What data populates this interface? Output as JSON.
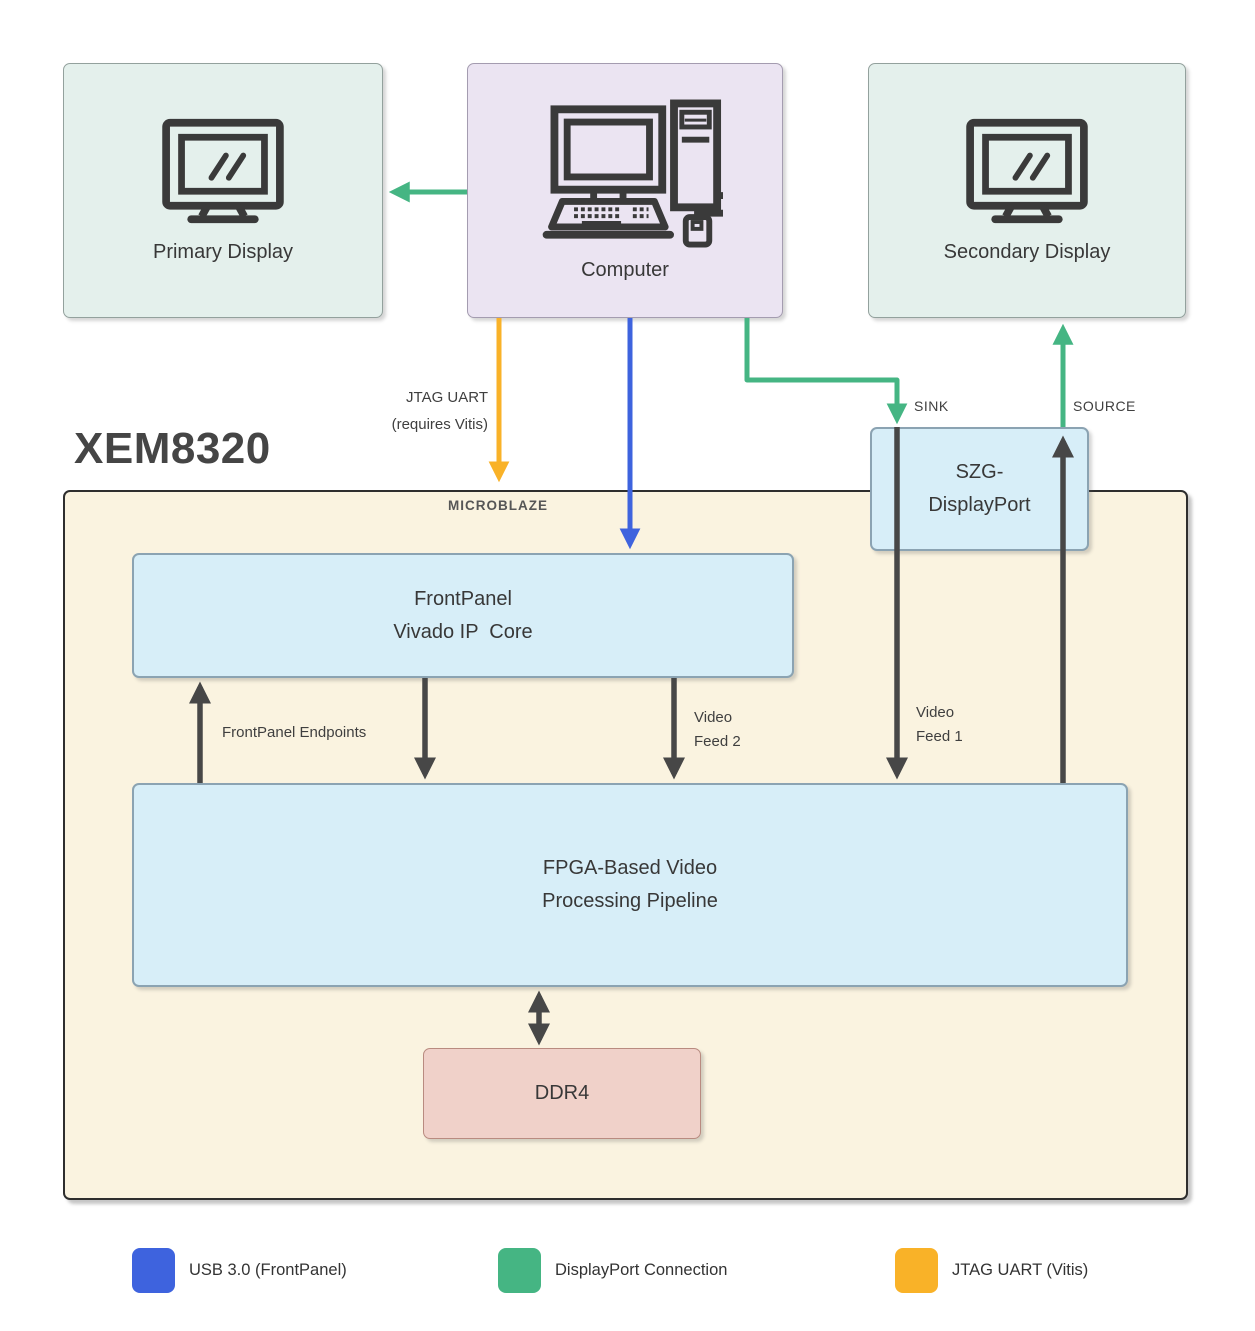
{
  "diagram_title": "XEM8320",
  "nodes": {
    "primary_display": {
      "label": "Primary Display"
    },
    "computer": {
      "label": "Computer"
    },
    "secondary_display": {
      "label": "Secondary Display"
    },
    "szg_displayport": {
      "line1": "SZG-",
      "line2": "DisplayPort"
    },
    "frontpanel_core": {
      "line1": "FrontPanel",
      "line2": "Vivado IP  Core"
    },
    "fpga_pipeline": {
      "line1": "FPGA-Based Video",
      "line2": "Processing Pipeline"
    },
    "ddr4": {
      "label": "DDR4"
    },
    "microblaze": {
      "label": "MICROBLAZE"
    }
  },
  "edge_labels": {
    "jtag_uart": {
      "line1": "JTAG UART",
      "line2": "(requires Vitis)"
    },
    "sink": "SINK",
    "source": "SOURCE",
    "frontpanel_endpoints": "FrontPanel Endpoints",
    "video_feed_2": {
      "line1": "Video",
      "line2": "Feed 2"
    },
    "video_feed_1": {
      "line1": "Video",
      "line2": "Feed 1"
    }
  },
  "legend": {
    "items": [
      {
        "label": "USB 3.0 (FrontPanel)",
        "color": "#3e63de"
      },
      {
        "label": "DisplayPort Connection",
        "color": "#45b583"
      },
      {
        "label": "JTAG UART (Vitis)",
        "color": "#f9b228"
      }
    ]
  },
  "colors": {
    "usb_blue": "#3e63de",
    "displayport_green": "#45b583",
    "jtag_orange": "#f9b228",
    "dark_arrow": "#474747",
    "display_box_fill": "#e4f0ec",
    "computer_box_fill": "#ebe4f2",
    "board_fill": "#faf3e0",
    "ip_block_fill": "#d7eef8",
    "ddr4_fill": "#f0d1c9"
  }
}
